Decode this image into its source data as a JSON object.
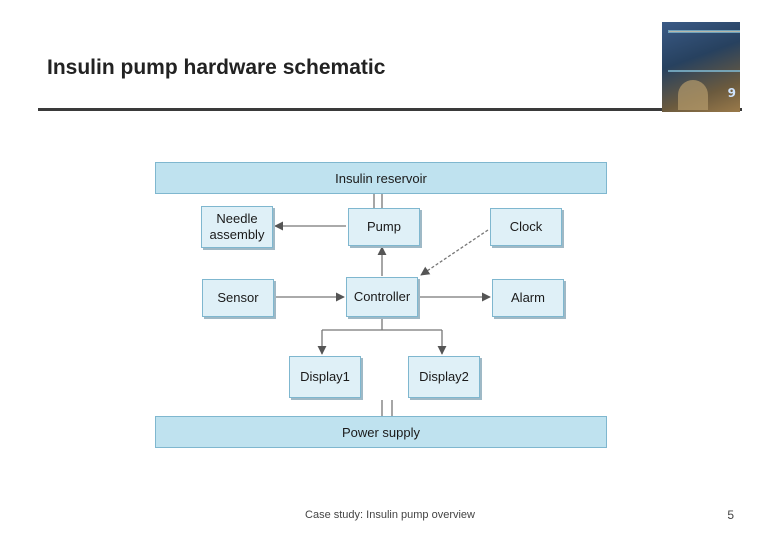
{
  "slide": {
    "title": "Insulin pump hardware schematic",
    "footer": "Case study: Insulin pump overview",
    "page_number": "5"
  },
  "book_cover": {
    "icon": "book-cover-image"
  },
  "diagram": {
    "top_band": "Insulin reservoir",
    "bottom_band": "Power supply",
    "blocks": {
      "needle": "Needle\nassembly",
      "pump": "Pump",
      "clock": "Clock",
      "sensor": "Sensor",
      "controller": "Controller",
      "alarm": "Alarm",
      "display1": "Display1",
      "display2": "Display2"
    },
    "colors": {
      "fill": "#dff0f7",
      "band": "#bfe2ef",
      "border": "#7fb7cf",
      "arrow": "#555555"
    }
  }
}
